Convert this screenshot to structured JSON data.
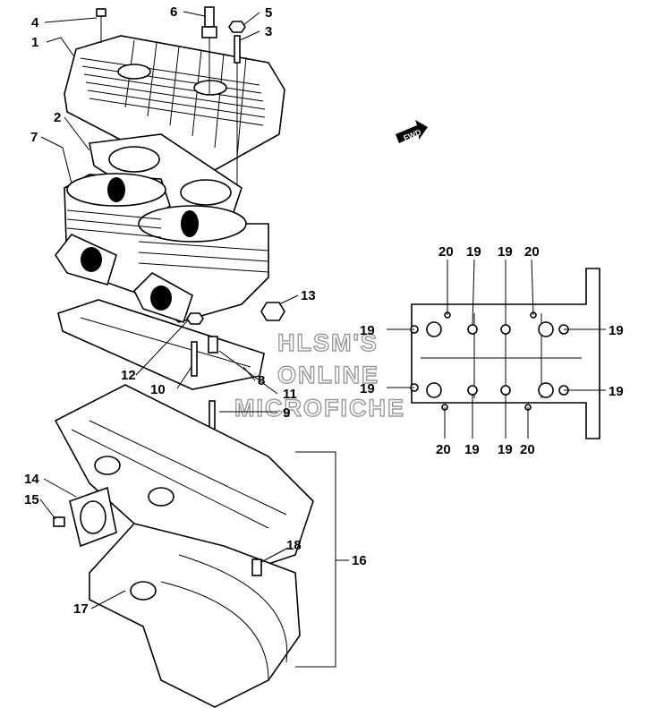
{
  "callouts": {
    "c1": "1",
    "c2": "2",
    "c3": "3",
    "c4": "4",
    "c5": "5",
    "c6": "6",
    "c7": "7",
    "c8": "8",
    "c9": "9",
    "c10": "10",
    "c11": "11",
    "c12": "12",
    "c13": "13",
    "c14": "14",
    "c15": "15",
    "c16": "16",
    "c17": "17",
    "c18": "18",
    "r19a": "19",
    "r19b": "19",
    "r19c": "19",
    "r19d": "19",
    "r19e": "19",
    "r19f": "19",
    "r19g": "19",
    "r19h": "19",
    "r20a": "20",
    "r20b": "20",
    "r20c": "20",
    "r20d": "20"
  },
  "forward_badge": "FWD",
  "watermark": {
    "line1": "HLSM'S",
    "line2": "ONLINE",
    "line3": "MICROFICHE"
  }
}
